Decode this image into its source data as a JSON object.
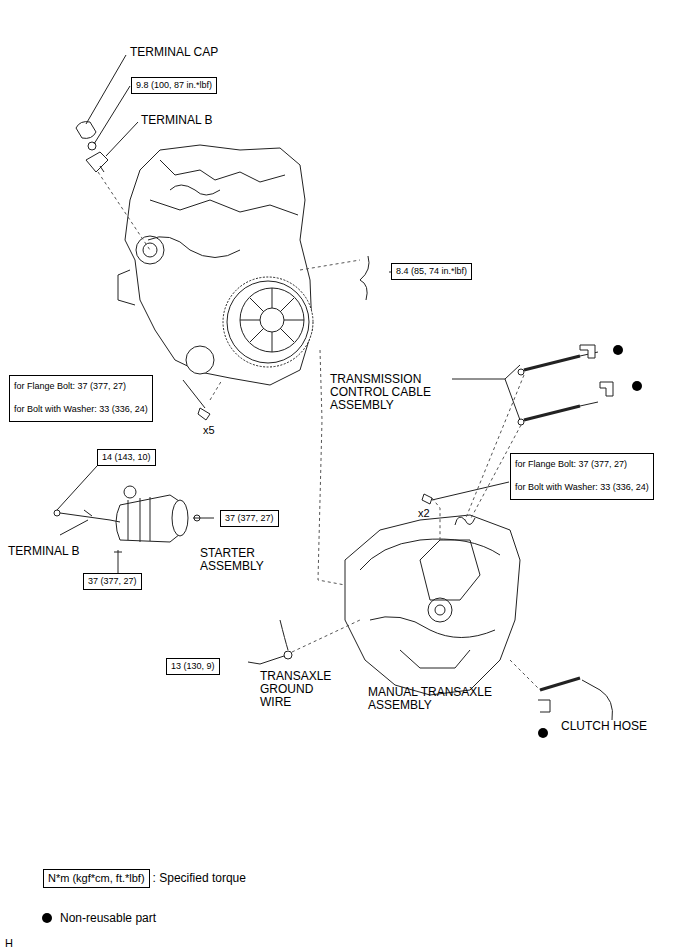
{
  "diagram": {
    "nodes": [
      {
        "text": [
          "9.8 (100, 87 in.*lbf)"
        ]
      },
      {
        "text": [
          "8.4 (85, 74 in.*lbf)"
        ]
      },
      {
        "text": [
          "for Flange Bolt: 37 (377, 27)",
          "for Bolt with Washer: 33 (336, 24)"
        ]
      },
      {
        "text": [
          "14 (143, 10)"
        ]
      },
      {
        "text": [
          "for Flange Bolt: 37 (377, 27)",
          "for Bolt with Washer: 33 (336, 24)"
        ]
      },
      {
        "text": [
          "37 (377, 27)"
        ]
      },
      {
        "text": [
          "37 (377, 27)"
        ]
      },
      {
        "text": [
          "13 (130, 9)"
        ]
      },
      {
        "text": [
          "N*m (kgf*cm, ft.*lbf)"
        ]
      }
    ],
    "labels": [
      "TERMINAL CAP",
      "TERMINAL B",
      "x5",
      "TRANSMISSION CONTROL CABLE ASSEMBLY",
      "x2",
      "TERMINAL B",
      "STARTER ASSEMBLY",
      "TRANSAXLE GROUND WIRE",
      "MANUAL TRANSAXLE ASSEMBLY",
      "CLUTCH HOSE",
      "H"
    ],
    "legend": [
      {
        "text": ": Specified torque"
      },
      {
        "text": "Non-reusable part"
      }
    ]
  }
}
